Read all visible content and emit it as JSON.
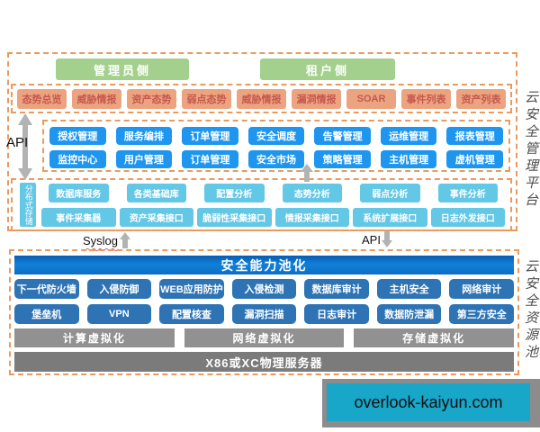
{
  "top_section": {
    "side_label": "云安全管理平台",
    "admin_header": "管理员侧",
    "tenant_header": "租户侧",
    "situation_row": [
      "态势总览",
      "威胁情报",
      "资产态势",
      "弱点态势",
      "威胁情报",
      "漏洞情报",
      "SOAR",
      "事件列表",
      "资产列表"
    ],
    "api_side_label": "API",
    "api_rows": [
      [
        "授权管理",
        "服务编排",
        "订单管理",
        "安全调度",
        "告警管理",
        "运维管理",
        "报表管理"
      ],
      [
        "监控中心",
        "用户管理",
        "订单管理",
        "安全市场",
        "策略管理",
        "主机管理",
        "虚机管理"
      ]
    ],
    "storage_label": "分布式存储",
    "storage_cols": [
      {
        "top": "数据库服务",
        "bottom": "事件采集器"
      },
      {
        "top": "各类基础库",
        "bottom": "资产采集接口"
      },
      {
        "top": "配置分析",
        "bottom": "脆弱性采集接口"
      },
      {
        "top": "态势分析",
        "bottom": "情报采集接口"
      },
      {
        "top": "弱点分析",
        "bottom": "系统扩展接口"
      },
      {
        "top": "事件分析",
        "bottom": "日志外发接口"
      }
    ]
  },
  "connectors": {
    "syslog_label": "Syslog",
    "api_label": "API"
  },
  "bottom_section": {
    "side_label": "云安全资源池",
    "header": "安全能力池化",
    "rows": [
      [
        "下一代防火墙",
        "入侵防御",
        "WEB应用防护",
        "入侵检测",
        "数据库审计",
        "主机安全",
        "网络审计"
      ],
      [
        "堡垒机",
        "VPN",
        "配置核查",
        "漏洞扫描",
        "日志审计",
        "数据防泄漏",
        "第三方安全"
      ]
    ],
    "virtualization": [
      "计算虚拟化",
      "网络虚拟化",
      "存储虚拟化"
    ],
    "hardware": "X86或XC物理服务器"
  },
  "watermark": {
    "text": "overlook-kaiyun.com"
  },
  "colors": {
    "dashed_border": "#eb9a5d",
    "green_header": "#a3d08c",
    "orange_box_bg": "#eca480",
    "orange_box_text": "#c4584e",
    "api_blue": "#1e96f0",
    "teal": "#63c7e6",
    "pool_blue": "#2e74b5",
    "pool_header_blue": "#0d6ec6",
    "gray_bar": "#919191",
    "hardware_gray": "#7b7b7b",
    "watermark_cyan": "#18a6c9"
  }
}
